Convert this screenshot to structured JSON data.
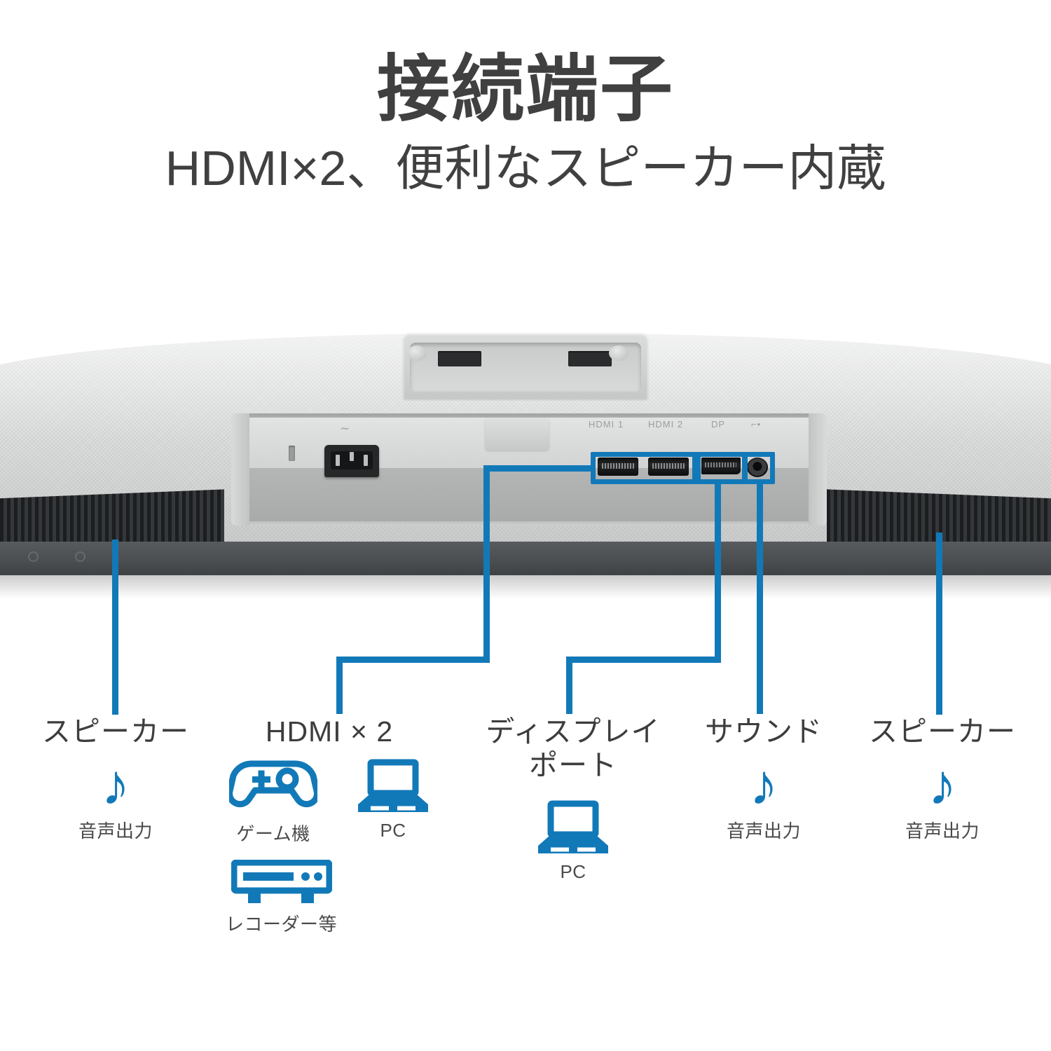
{
  "header": {
    "title": "接続端子",
    "subtitle": "HDMI×2、便利なスピーカー内蔵"
  },
  "colors": {
    "accent_blue": "#1279b8",
    "heading_gray": "#3d3d3d",
    "caption_gray": "#4a4a4a",
    "shell_gray": "#dcdddd",
    "bezel_dark": "#4c4f52"
  },
  "product": {
    "port_silkscreen": {
      "hdmi1": "HDMI 1",
      "hdmi2": "HDMI 2",
      "dp": "DP",
      "headphone": "⌐•"
    },
    "ac_symbol": "∼"
  },
  "callouts": [
    {
      "id": "speaker-left",
      "title": "スピーカー",
      "icons": [
        {
          "name": "music-note-icon",
          "glyph": "♪",
          "caption": "音声出力"
        }
      ]
    },
    {
      "id": "hdmi",
      "title": "HDMI × 2",
      "icons": [
        {
          "name": "gamepad-icon",
          "caption": "ゲーム機"
        },
        {
          "name": "laptop-icon",
          "caption": "PC"
        },
        {
          "name": "recorder-icon",
          "caption": "レコーダー等"
        }
      ]
    },
    {
      "id": "displayport",
      "title": "ディスプレイ\nポート",
      "icons": [
        {
          "name": "laptop-icon",
          "caption": "PC"
        }
      ]
    },
    {
      "id": "sound",
      "title": "サウンド",
      "icons": [
        {
          "name": "music-note-icon",
          "glyph": "♪",
          "caption": "音声出力"
        }
      ]
    },
    {
      "id": "speaker-right",
      "title": "スピーカー",
      "icons": [
        {
          "name": "music-note-icon",
          "glyph": "♪",
          "caption": "音声出力"
        }
      ]
    }
  ]
}
